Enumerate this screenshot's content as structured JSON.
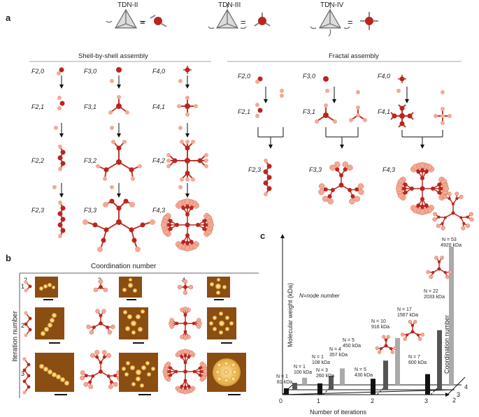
{
  "panel_a": {
    "label": "a",
    "tdn": [
      "TDN-II",
      "TDN-III",
      "TDN-IV"
    ],
    "eq": "=",
    "shell_title": "Shell-by-shell assembly",
    "fractal_title": "Fractal assembly",
    "labels_shell": {
      "f20": "F2,0",
      "f21": "F2,1",
      "f22": "F2,2",
      "f23": "F2,3",
      "f30": "F3,0",
      "f31": "F3,1",
      "f32": "F3,2",
      "f33": "F3,3",
      "f40": "F4,0",
      "f41": "F4,1",
      "f42": "F4,2",
      "f43": "F4,3"
    },
    "labels_fractal": {
      "f20": "F2,0",
      "f21": "F2,1",
      "f23": "F2,3",
      "f30": "F3,0",
      "f31": "F3,1",
      "f33": "F3,3",
      "f40": "F4,0",
      "f41": "F4,1",
      "f43": "F4,3"
    }
  },
  "panel_b": {
    "label": "b",
    "col_title": "Coordination number",
    "cols": [
      "2",
      "3",
      "4"
    ],
    "row_title": "Iteration number",
    "rows": [
      "1",
      "2",
      "3"
    ]
  },
  "panel_c": {
    "label": "c",
    "y_title": "Molecular weight (kDa)",
    "x_title": "Number of iterations",
    "z_title": "Coordination number",
    "legend": "N=node number",
    "x_ticks": [
      "0",
      "1",
      "2",
      "3"
    ],
    "z_ticks": [
      "2",
      "3",
      "4"
    ],
    "bars": [
      {
        "n": "N = 1",
        "kda": "81 kDa"
      },
      {
        "n": "N = 1",
        "kda": "100 kDa"
      },
      {
        "n": "N = 1",
        "kda": "108 kDa"
      },
      {
        "n": "N = 3",
        "kda": "260 kDa"
      },
      {
        "n": "N = 4",
        "kda": "357 kDa"
      },
      {
        "n": "N = 5",
        "kda": "450 kDa"
      },
      {
        "n": "N = 5",
        "kda": "430 kDa"
      },
      {
        "n": "N = 10",
        "kda": "916 kDa"
      },
      {
        "n": "N = 17",
        "kda": "1567 kDa"
      },
      {
        "n": "N = 7",
        "kda": "600 kDa"
      },
      {
        "n": "N = 22",
        "kda": "2033 kDa"
      },
      {
        "n": "N = 53",
        "kda": "4920 kDa"
      }
    ]
  }
}
